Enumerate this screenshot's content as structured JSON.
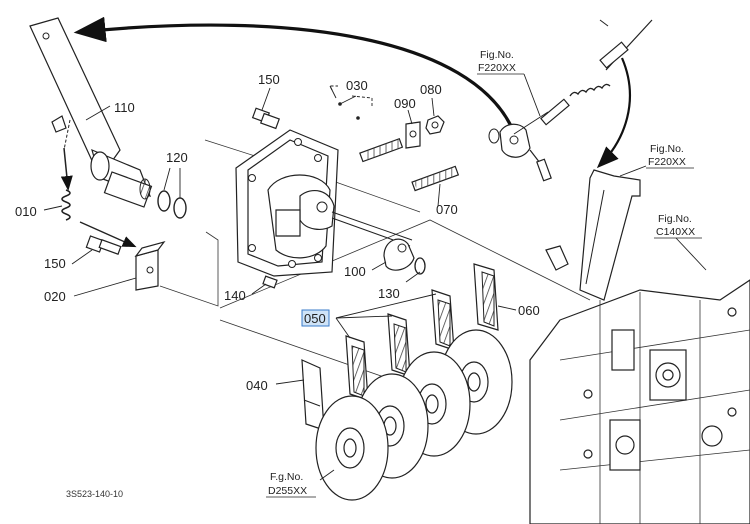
{
  "diagram_code": "3S523-140-10",
  "highlight_color": "#3a7bc8",
  "callouts": {
    "c010": "010",
    "c020": "020",
    "c030": "030",
    "c040": "040",
    "c050": "050",
    "c060": "060",
    "c070": "070",
    "c080": "080",
    "c090": "090",
    "c100": "100",
    "c110": "110",
    "c120": "120",
    "c130": "130",
    "c140": "140",
    "c150a": "150",
    "c150b": "150"
  },
  "references": {
    "f220_top": {
      "label": "Fig.No.",
      "code": "F220XX"
    },
    "f220_right": {
      "label": "Fig.No.",
      "code": "F220XX"
    },
    "c140": {
      "label": "Fig.No.",
      "code": "C140XX"
    },
    "d255": {
      "label": "F.g.No.",
      "code": "D255XX"
    }
  }
}
